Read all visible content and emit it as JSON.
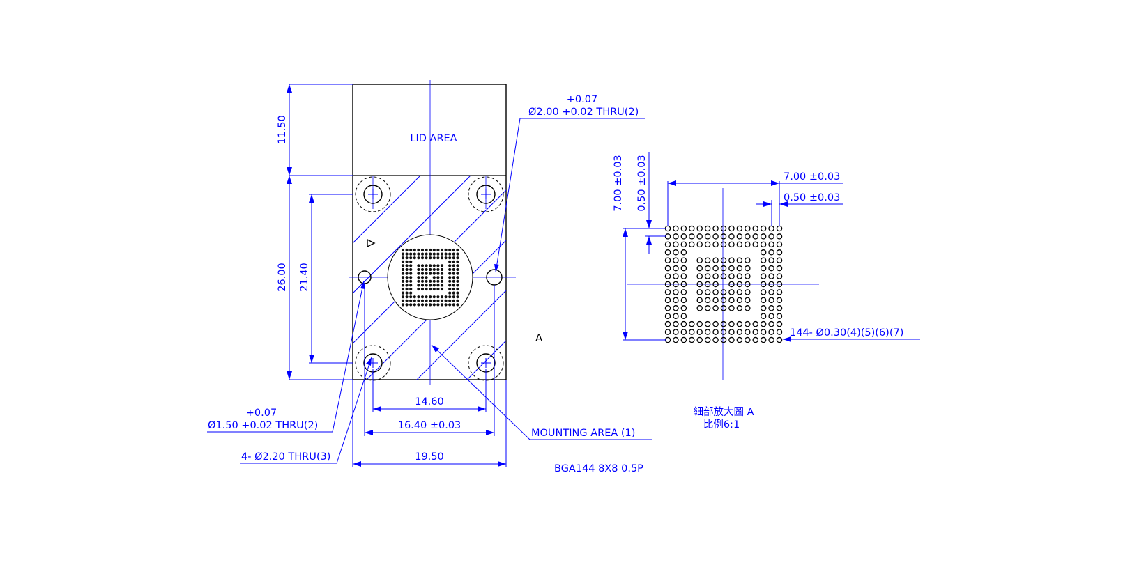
{
  "main_view": {
    "lid_area": "LID AREA",
    "dim_11_50": "11.50",
    "dim_26_00": "26.00",
    "dim_21_40": "21.40",
    "dim_14_60": "14.60",
    "dim_16_40": "16.40 ±0.03",
    "dim_19_50": "19.50",
    "top_hole_tol": "+0.07",
    "top_hole_note": "Ø2.00 +0.02 THRU(2)",
    "left_hole_tol": "+0.07",
    "left_hole_note": "Ø1.50 +0.02 THRU(2)",
    "corner_hole_note": "4- Ø2.20 THRU(3)",
    "mounting_area": "MOUNTING AREA (1)",
    "package_name": "BGA144 8X8 0.5P",
    "detail_marker": "A"
  },
  "detail_view": {
    "dim_vert_700": "7.00 ±0.03",
    "dim_vert_050": "0.50 ±0.03",
    "dim_horiz_700": "7.00 ±0.03",
    "dim_horiz_050": "0.50 ±0.03",
    "ball_note": "144- Ø0.30(4)(5)(6)(7)",
    "caption_title": "細部放大圖 A",
    "caption_scale": "比例6:1"
  }
}
